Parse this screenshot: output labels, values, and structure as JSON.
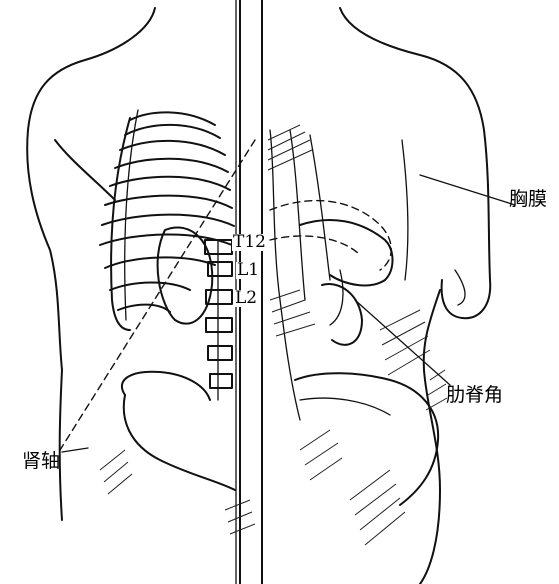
{
  "labels": {
    "pleura": "胸膜",
    "costovertebral_angle": "肋脊角",
    "kidney_axis": "肾轴"
  },
  "vertebrae": [
    "T12",
    "L1",
    "L2"
  ],
  "colors": {
    "ink": "#111111",
    "background": "#ffffff"
  }
}
